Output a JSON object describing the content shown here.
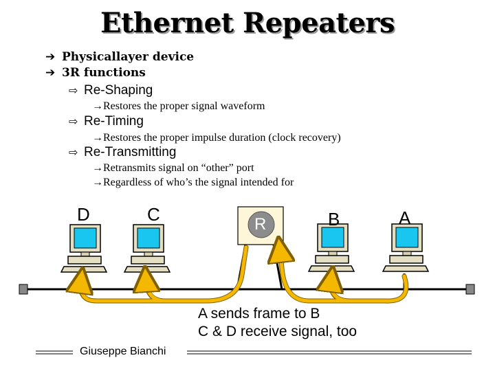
{
  "title": "Ethernet Repeaters",
  "bullets": [
    {
      "level": 1,
      "marker": "➔",
      "text": "Physicallayer device"
    },
    {
      "level": 1,
      "marker": "➔",
      "text": "3R functions"
    },
    {
      "level": 2,
      "marker": "⇨",
      "text": "Re-Shaping"
    },
    {
      "level": 3,
      "marker": "→",
      "text": "Restores the proper signal waveform"
    },
    {
      "level": 2,
      "marker": "⇨",
      "text": "Re-Timing"
    },
    {
      "level": 3,
      "marker": "→",
      "text": "Restores the proper impulse duration (clock recovery)"
    },
    {
      "level": 2,
      "marker": "⇨",
      "text": "Re-Transmitting"
    },
    {
      "level": 3,
      "marker": "→",
      "text": "Retransmits signal on “other” port"
    },
    {
      "level": 3,
      "marker": "→",
      "text": "Regardless of who’s the signal intended for"
    }
  ],
  "nodes": {
    "d": "D",
    "c": "C",
    "r": "R",
    "b": "B",
    "a": "A"
  },
  "caption": {
    "line1": "A sends frame to B",
    "line2": "C & D receive signal, too"
  },
  "footer": {
    "author": "Giuseppe Bianchi"
  },
  "colors": {
    "arrow": "#f5b800",
    "arrow_outline": "#806000",
    "screen": "#19c6f0",
    "monitor": "#e4dfc3",
    "repeater": "#fdf6d8"
  }
}
